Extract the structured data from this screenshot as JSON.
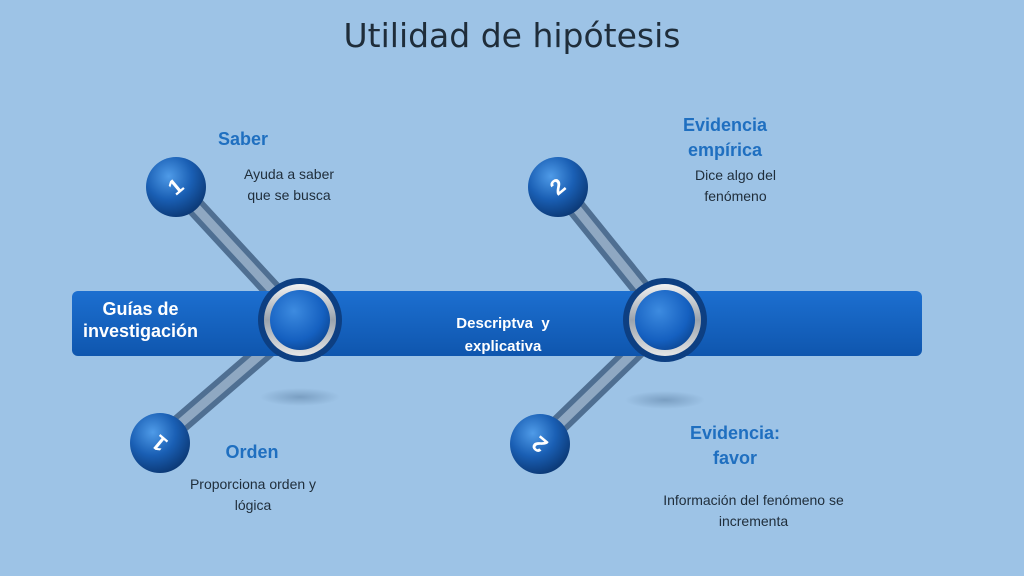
{
  "title": "Utilidad de hipótesis",
  "bar": {
    "left_label": "Guías de investigación",
    "center_label": "Descriptva  y explicativa"
  },
  "branches": [
    {
      "number": "1",
      "heading": "Saber",
      "description": "Ayuda a saber que se busca"
    },
    {
      "number": "1",
      "heading": "Orden",
      "description": "Proporciona orden y lógica"
    },
    {
      "number": "2",
      "heading": "Evidencia empírica",
      "description": "Dice algo del fenómeno"
    },
    {
      "number": "2",
      "heading": "Evidencia: favor",
      "description": "Información del fenómeno se incrementa"
    }
  ],
  "colors": {
    "background": "#9dc3e6",
    "bar": "#1565c0",
    "heading": "#1f6fc0",
    "text": "#1f2d3a"
  }
}
